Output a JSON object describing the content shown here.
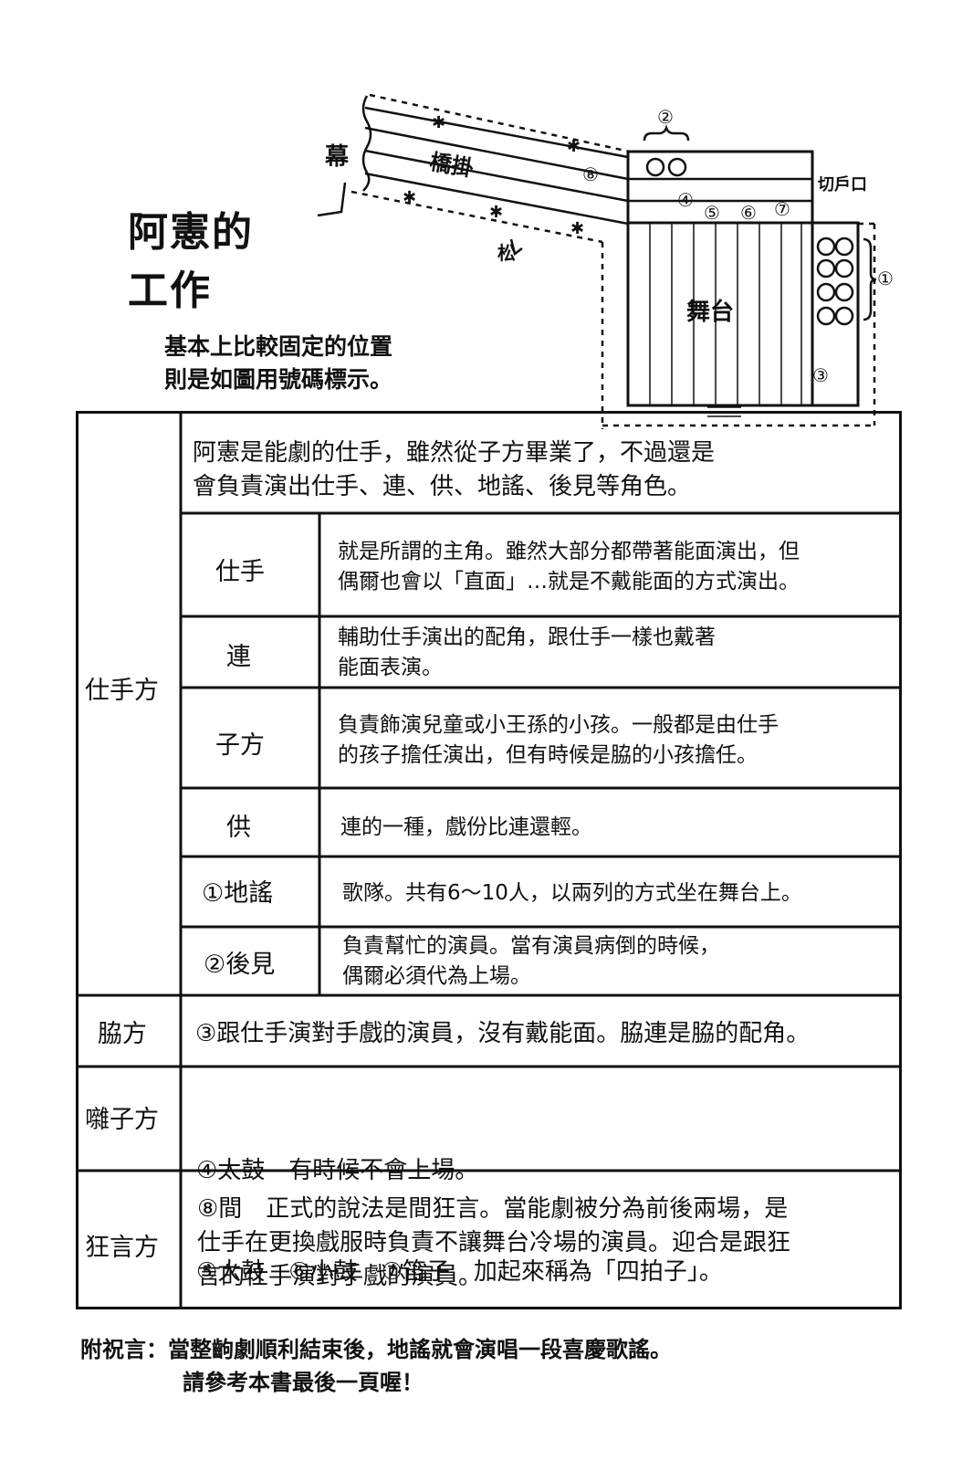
{
  "header": {
    "title_line1": "阿憲的",
    "title_line2": "工作",
    "subtitle_line1": "基本上比較固定的位置",
    "subtitle_line2": "則是如圖用號碼標示。"
  },
  "diagram": {
    "label_curtain": "幕",
    "label_bridge": "橋掛",
    "label_pine": "松",
    "label_door": "切戶口",
    "label_stage": "舞台",
    "markers": [
      "①",
      "②",
      "③",
      "④",
      "⑤",
      "⑥",
      "⑦",
      "⑧"
    ]
  },
  "table": {
    "intro": [
      "阿憲是能劇的仕手，雖然從子方畢業了，不過還是",
      "會負責演出仕手、連、供、地謠、後見等角色。"
    ],
    "shite_group": {
      "category": "仕手方",
      "rows": [
        {
          "role": "仕手",
          "desc": [
            "就是所謂的主角。雖然大部分都帶著能面演出，但",
            "偶爾也會以「直面」…就是不戴能面的方式演出。"
          ]
        },
        {
          "role": "連",
          "desc": [
            "輔助仕手演出的配角，跟仕手一樣也戴著",
            "能面表演。"
          ]
        },
        {
          "role": "子方",
          "desc": [
            "負責飾演兒童或小王孫的小孩。一般都是由仕手",
            "的孩子擔任演出，但有時候是脇的小孩擔任。"
          ]
        },
        {
          "role": "供",
          "desc": [
            "連的一種，戲份比連還輕。"
          ]
        },
        {
          "role": "①地謠",
          "desc": [
            "歌隊。共有6～10人，以兩列的方式坐在舞台上。"
          ]
        },
        {
          "role": "②後見",
          "desc": [
            "負責幫忙的演員。當有演員病倒的時候，",
            "偶爾必須代為上場。"
          ]
        }
      ]
    },
    "waki": {
      "category": "脇方",
      "desc": [
        "③跟仕手演對手戲的演員，沒有戴能面。脇連是脇的配角。"
      ]
    },
    "hayashi": {
      "category": "囃子方",
      "desc": [
        "④太鼓　有時候不會上場。",
        "⑤大鼓　⑥小鼓　⑦笛子　加起來稱為「四拍子」。"
      ]
    },
    "kyogen": {
      "category": "狂言方",
      "desc": [
        "⑧間　正式的說法是間狂言。當能劇被分為前後兩場，是",
        "仕手在更換戲服時負責不讓舞台冷場的演員。迎合是跟狂",
        "言的仕手演對手戲的演員。"
      ]
    }
  },
  "footer": {
    "line1": "附祝言：當整齣劇順利結束後，地謠就會演唱一段喜慶歌謠。",
    "line2": "請參考本書最後一頁喔！"
  }
}
